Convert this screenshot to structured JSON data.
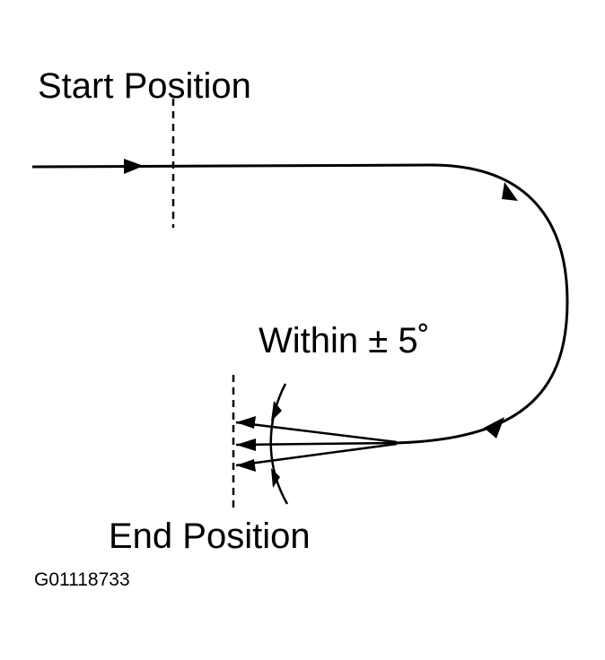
{
  "labels": {
    "start_position": "Start Position",
    "tolerance": "Within ± 5˚",
    "end_position": "End Position",
    "figure_id": "G01118733"
  },
  "colors": {
    "ink": "#000000",
    "background": "#ffffff"
  }
}
